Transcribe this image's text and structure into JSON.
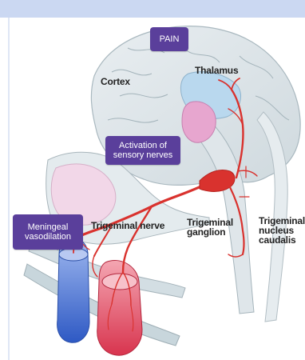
{
  "callouts": {
    "pain": "PAIN",
    "activation": "Activation of\nsensory nerves",
    "meningeal": "Meningeal\nvasodilation"
  },
  "labels": {
    "cortex": "Cortex",
    "thalamus": "Thalamus",
    "trigeminal_nerve": "Trigeminal nerve",
    "trigeminal_ganglion": "Trigeminal\nganglion",
    "trigeminal_nucleus": "Trigeminal\nnucleus\ncaudalis"
  },
  "colors": {
    "callout": "#5a3f9b",
    "nerve": "#d9322e",
    "artery": "#e8556a",
    "vein": "#3f6fd1",
    "thalamus": "#b9d8ee",
    "pain_region": "#e7a6cf"
  }
}
